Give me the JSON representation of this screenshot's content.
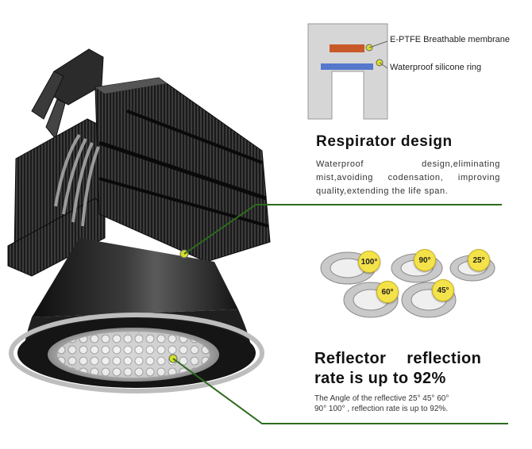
{
  "callouts": {
    "membrane_label": "E-PTFE Breathable membrane",
    "ring_label": "Waterproof silicone ring"
  },
  "respirator": {
    "title": "Respirator design",
    "description": "Waterproof design,eliminating mist,avoiding codensation, improving quality,extending the life span."
  },
  "reflector": {
    "title_line1": "Reflector reflection",
    "title_line2": "rate is up to 92%",
    "description_line1": "The Angle of the reflective 25° 45° 60°",
    "description_line2": "90° 100° , reflection rate is up to 92%.",
    "angles": [
      "100°",
      "90°",
      "25°",
      "60°",
      "45°"
    ]
  },
  "colors": {
    "accent_line": "#2d6a1e",
    "badge": "#f4e24a",
    "lamp_body": "#1c1c1c"
  }
}
